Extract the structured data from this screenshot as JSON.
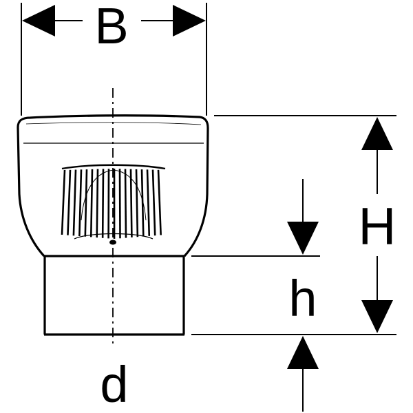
{
  "diagram": {
    "labels": {
      "width": "B",
      "total_height": "H",
      "socket_height": "h",
      "diameter": "d"
    },
    "colors": {
      "line": "#000000",
      "background": "#ffffff"
    }
  }
}
